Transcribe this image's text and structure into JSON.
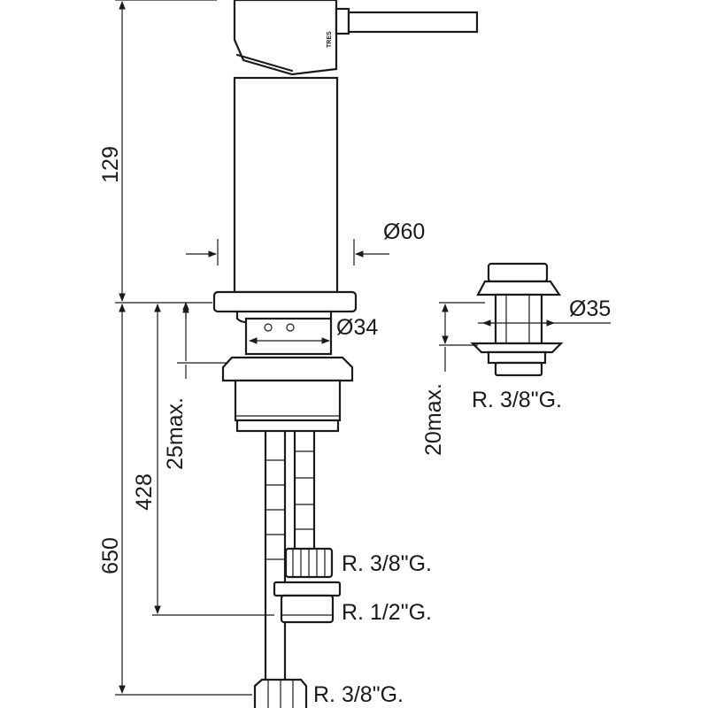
{
  "dimensions": {
    "total_height": "650",
    "body_height": "129",
    "body_diameter": "Ø60",
    "ring_diameter": "Ø34",
    "counter_height": "428",
    "thickness_main": "25max.",
    "waste_diameter": "Ø35",
    "thickness_waste": "20max."
  },
  "connections": {
    "hose_upper": "R. 3/8\"G.",
    "shank": "R. 1/2\"G.",
    "hose_lower": "R. 3/8\"G.",
    "waste": "R. 3/8\"G."
  },
  "brand_mark": "TRES"
}
